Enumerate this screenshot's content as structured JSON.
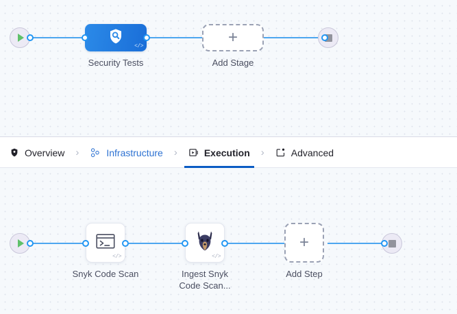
{
  "pipeline": {
    "stages_canvas": {
      "start_node": {
        "name": "start-node",
        "icon": "play-icon"
      },
      "end_node": {
        "name": "end-node",
        "icon": "stop-icon"
      },
      "nodes": [
        {
          "id": "security-tests",
          "label": "Security Tests",
          "icon": "shield-scan-icon",
          "badge": "</>",
          "type": "stage"
        },
        {
          "id": "add-stage",
          "label": "Add Stage",
          "icon": "plus-icon",
          "type": "add"
        }
      ]
    },
    "steps_canvas": {
      "start_node": {
        "name": "start-node",
        "icon": "play-icon"
      },
      "end_node": {
        "name": "end-node",
        "icon": "stop-icon"
      },
      "nodes": [
        {
          "id": "snyk-code-scan",
          "label": "Snyk Code Scan",
          "icon": "terminal-icon",
          "badge": "</>",
          "type": "step"
        },
        {
          "id": "ingest-snyk-code-scan",
          "label": "Ingest Snyk\nCode Scan...",
          "icon": "snyk-doberman-icon",
          "badge": "</>",
          "type": "step"
        },
        {
          "id": "add-step",
          "label": "Add Step",
          "icon": "plus-icon",
          "type": "add"
        }
      ]
    }
  },
  "tabs": [
    {
      "id": "overview",
      "label": "Overview",
      "icon": "shield-icon",
      "state": "default"
    },
    {
      "id": "infrastructure",
      "label": "Infrastructure",
      "icon": "nodes-icon",
      "state": "link"
    },
    {
      "id": "execution",
      "label": "Execution",
      "icon": "play-box-icon",
      "state": "active"
    },
    {
      "id": "advanced",
      "label": "Advanced",
      "icon": "card-gear-icon",
      "state": "default"
    }
  ],
  "separators": {
    "chevron": "›"
  },
  "colors": {
    "accent_blue": "#2196f3",
    "stage_blue": "#1a6ed8",
    "link_blue": "#2d72d2",
    "active_underline": "#0b5cc4",
    "canvas_bg": "#f6f9fc",
    "start_green": "#5fc06a",
    "stop_gray": "#92939c"
  }
}
